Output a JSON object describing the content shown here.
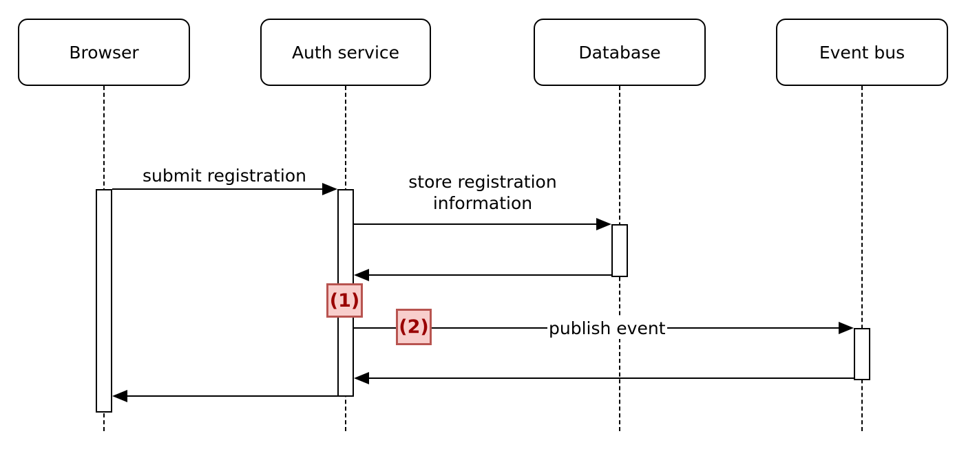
{
  "diagram": {
    "kind": "uml-sequence-diagram",
    "participants": [
      {
        "name": "Browser"
      },
      {
        "name": "Auth service"
      },
      {
        "name": "Database"
      },
      {
        "name": "Event bus"
      }
    ],
    "messages": [
      {
        "from": "Browser",
        "to": "Auth service",
        "label": "submit registration"
      },
      {
        "from": "Auth service",
        "to": "Database",
        "label": "store registration information"
      },
      {
        "from": "Database",
        "to": "Auth service",
        "label": ""
      },
      {
        "from": "Auth service",
        "to": "Event bus",
        "label": "publish event"
      },
      {
        "from": "Event bus",
        "to": "Auth service",
        "label": ""
      },
      {
        "from": "Auth service",
        "to": "Browser",
        "label": ""
      }
    ],
    "annotations": [
      {
        "label": "(1)",
        "attached_to": "Auth service activation"
      },
      {
        "label": "(2)",
        "attached_to": "publish event message"
      }
    ],
    "colors": {
      "line": "#000000",
      "background": "#ffffff",
      "badge_fill": "#f8cecc",
      "badge_border": "#b85450",
      "badge_text": "#990000"
    }
  }
}
